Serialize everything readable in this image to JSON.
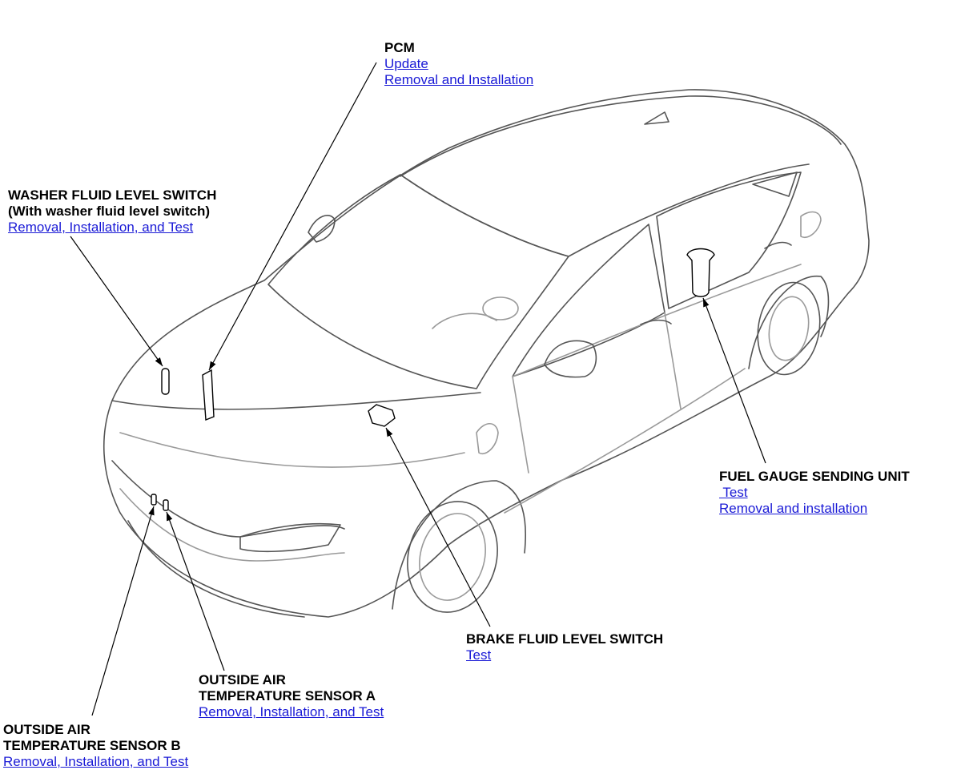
{
  "callouts": {
    "pcm": {
      "title": "PCM",
      "links": [
        "Update",
        "Removal and Installation"
      ]
    },
    "washer_fluid_level_switch": {
      "title_lines": [
        "WASHER FLUID LEVEL SWITCH",
        "(With washer fluid level switch)"
      ],
      "links": [
        "Removal, Installation, and Test"
      ]
    },
    "fuel_gauge_sending_unit": {
      "title": "FUEL GAUGE SENDING UNIT",
      "links": [
        " Test",
        "Removal and installation"
      ]
    },
    "brake_fluid_level_switch": {
      "title": "BRAKE FLUID LEVEL SWITCH",
      "links": [
        "Test"
      ]
    },
    "outside_air_temperature_sensor_a": {
      "title_lines": [
        "OUTSIDE AIR",
        "TEMPERATURE SENSOR A"
      ],
      "links": [
        "Removal, Installation, and Test"
      ]
    },
    "outside_air_temperature_sensor_b": {
      "title_lines": [
        "OUTSIDE AIR",
        "TEMPERATURE SENSOR B"
      ],
      "links": [
        "Removal, Installation, and Test"
      ]
    }
  },
  "colors": {
    "link": "#1a1ad6",
    "text": "#000000",
    "car_outline": "#555555",
    "car_detail": "#9a9a9a",
    "leader_line": "#000000"
  }
}
